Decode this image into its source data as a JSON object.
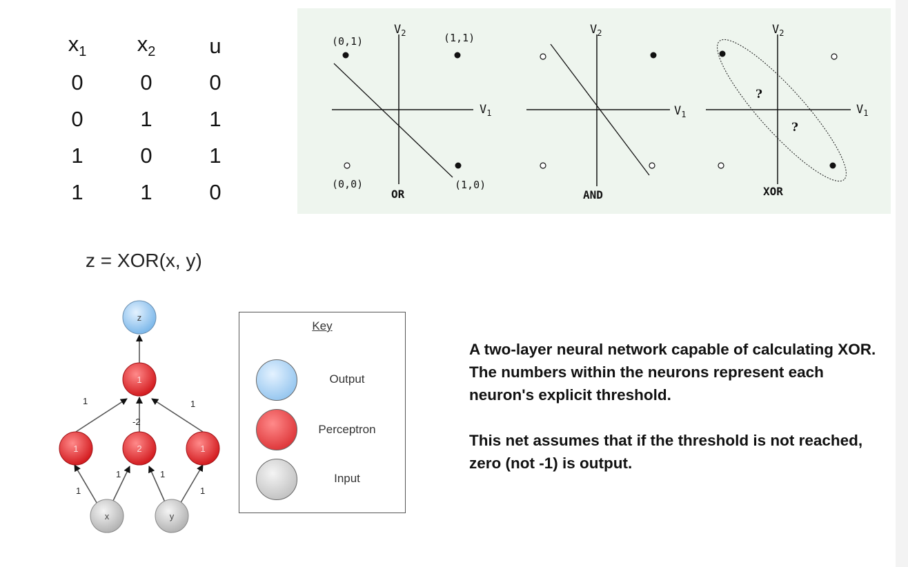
{
  "truth_table": {
    "headers": [
      {
        "base": "x",
        "sub": "1"
      },
      {
        "base": "x",
        "sub": "2"
      },
      {
        "base": "u",
        "sub": ""
      }
    ],
    "rows": [
      [
        "0",
        "0",
        "0"
      ],
      [
        "0",
        "1",
        "1"
      ],
      [
        "1",
        "0",
        "1"
      ],
      [
        "1",
        "1",
        "0"
      ]
    ]
  },
  "plots": {
    "panels": [
      {
        "name": "or",
        "label": "OR"
      },
      {
        "name": "and",
        "label": "AND"
      },
      {
        "name": "xor",
        "label": "XOR"
      }
    ],
    "axis_v2": "V",
    "axis_v2_sub": "2",
    "axis_v1": "V",
    "axis_v1_sub": "1",
    "point_labels": [
      "(0,1)",
      "(1,1)",
      "(0,0)",
      "(1,0)"
    ],
    "question_mark": "?"
  },
  "network": {
    "formula": "z = XOR(x, y)",
    "nodes": {
      "output": "z",
      "top_perceptron": "1",
      "left_perceptron": "1",
      "middle_perceptron": "2",
      "right_perceptron": "1",
      "input_x": "x",
      "input_y": "y"
    },
    "weights": {
      "left_to_top": "1",
      "middle_to_top": "-2",
      "right_to_top": "1",
      "x_to_left": "1",
      "x_to_middle": "1",
      "y_to_middle": "1",
      "y_to_right": "1"
    },
    "colors": {
      "output": "#8fc3ef",
      "perceptron": "#e8272b",
      "input": "#c8c8c8"
    }
  },
  "key": {
    "title": "Key",
    "items": [
      "Output",
      "Perceptron",
      "Input"
    ]
  },
  "description": {
    "paragraph1": "A two-layer neural network capable of calculating XOR. The numbers within the neurons represent each neuron's explicit threshold.",
    "paragraph2": "This net assumes that if the threshold is not reached, zero (not -1) is output."
  }
}
